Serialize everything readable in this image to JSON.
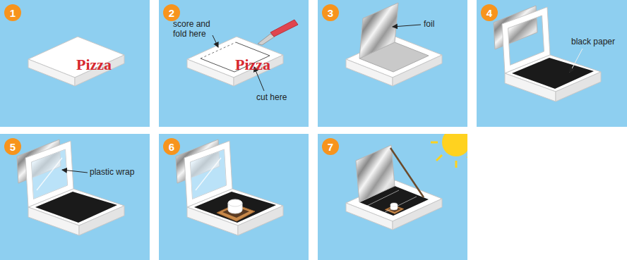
{
  "diagram": {
    "nodes": [
      {
        "text": [
          "1"
        ]
      },
      {
        "text": [
          "2"
        ]
      },
      {
        "text": [
          "3"
        ]
      },
      {
        "text": [
          "4"
        ]
      },
      {
        "text": [
          "5"
        ]
      },
      {
        "text": [
          "6"
        ]
      },
      {
        "text": [
          "7"
        ]
      }
    ],
    "labels": [
      "Pizza",
      "Pizza",
      "score and fold here",
      "cut here",
      "foil",
      "black paper",
      "plastic wrap"
    ]
  }
}
